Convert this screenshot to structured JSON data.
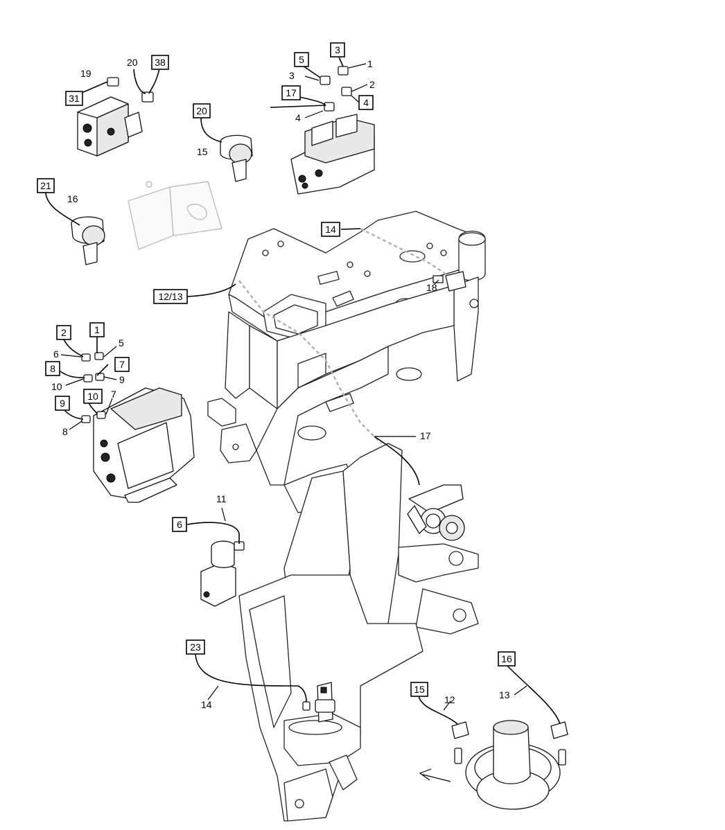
{
  "diagram": {
    "reference_boxes": {
      "b31": "31",
      "b38": "38",
      "b20": "20",
      "b21": "21",
      "b5": "5",
      "b3": "3",
      "b17": "17",
      "b4": "4",
      "b14": "14",
      "b1213": "12/13",
      "b2": "2",
      "b1": "1",
      "b7": "7",
      "b8": "8",
      "b10": "10",
      "b9": "9",
      "b6": "6",
      "b23": "23",
      "b15": "15",
      "b16": "16"
    },
    "callouts": {
      "c19": "19",
      "c20": "20",
      "c15": "15",
      "c16": "16",
      "c1": "1",
      "c3": "3",
      "c2": "2",
      "c4": "4",
      "c18": "18",
      "c17": "17",
      "c11": "11",
      "c6": "6",
      "c5": "5",
      "c10": "10",
      "c9": "9",
      "c7": "7",
      "c8": "8",
      "c14": "14",
      "c12": "12",
      "c13": "13"
    }
  }
}
